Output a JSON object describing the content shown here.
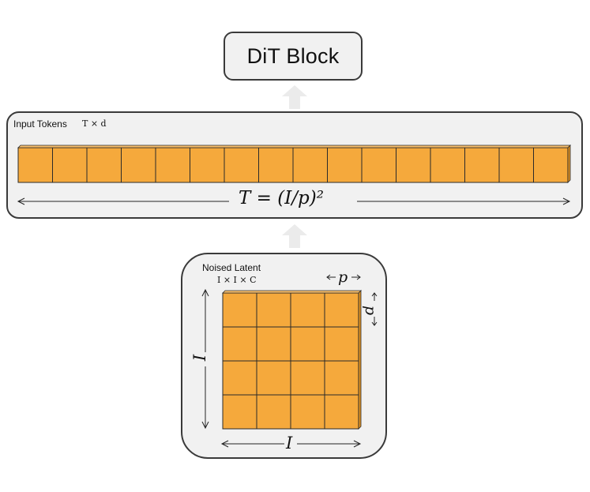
{
  "dit_block": {
    "label": "DiT Block"
  },
  "input_tokens": {
    "label": "Input Tokens",
    "shape": "T × d",
    "count": 16,
    "length_label": "T = (I/p)²"
  },
  "noised_latent": {
    "label": "Noised Latent",
    "shape": "I × I × C",
    "grid": 4,
    "patch_label": "p",
    "side_label": "I"
  },
  "colors": {
    "patch_fill": "#f5a93c",
    "patch_top": "#f8bf6c",
    "patch_side": "#dc8f22",
    "panel_fill": "#f1f1f1",
    "flow_arrow": "#ebebeb"
  }
}
